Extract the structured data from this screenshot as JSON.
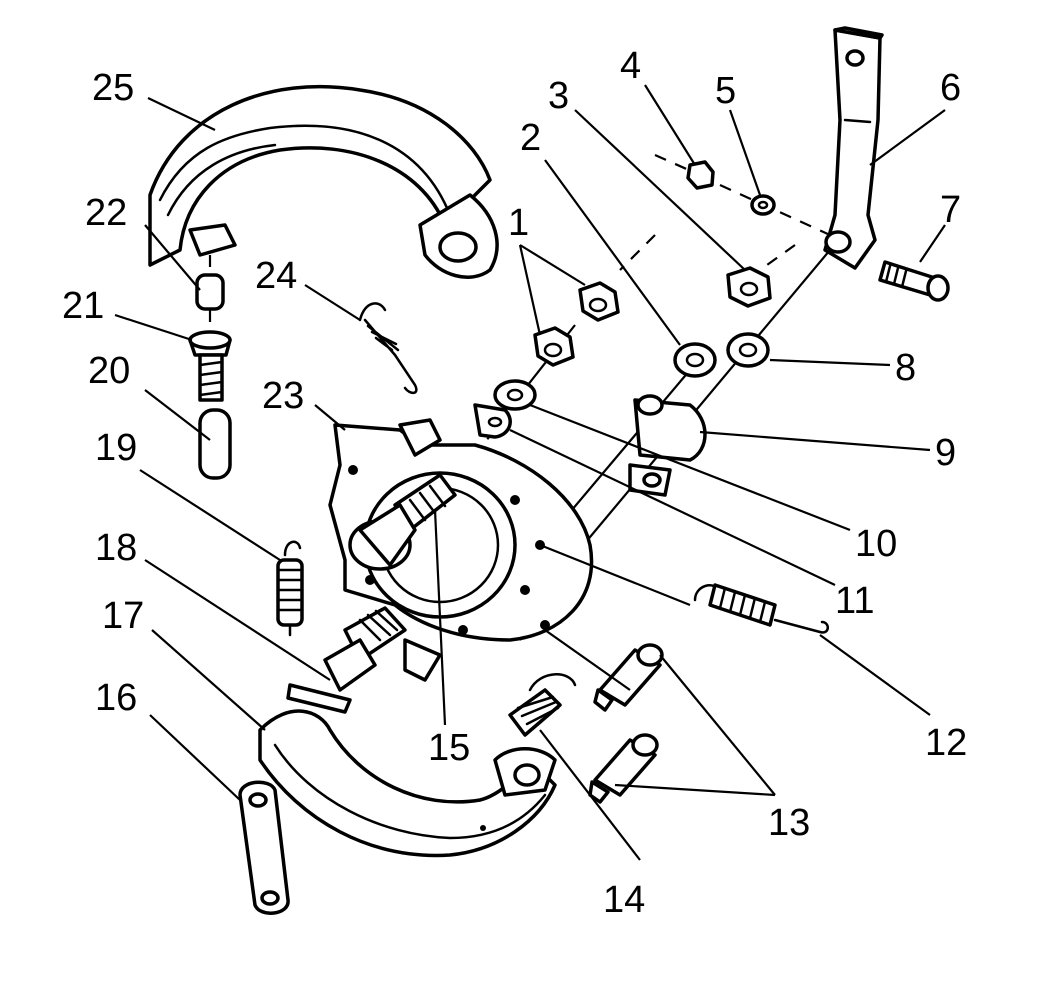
{
  "diagram": {
    "callouts": [
      "1",
      "2",
      "3",
      "4",
      "5",
      "6",
      "7",
      "8",
      "9",
      "10",
      "11",
      "12",
      "13",
      "14",
      "15",
      "16",
      "17",
      "18",
      "19",
      "20",
      "21",
      "22",
      "23",
      "24",
      "25"
    ]
  },
  "colors": {
    "ink": "#000000",
    "paper": "#ffffff",
    "shade": "#bdbdbd"
  }
}
